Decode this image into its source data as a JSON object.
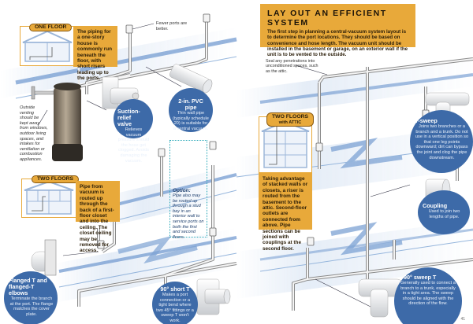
{
  "header": {
    "title": "LAY OUT AN EFFICIENT SYSTEM",
    "intro": "The first step in planning a central-vacuum system layout is to determine the port locations. They should be based on convenience and hose length. The vacuum unit should be installed in the basement or garage, on an exterior wall if the unit is to be vented to the outside."
  },
  "layouts": [
    {
      "label": "ONE FLOOR",
      "text": "The piping for a one-story house is commonly run beneath the floor, with short risers leading up to the ports."
    },
    {
      "label": "TWO FLOORS",
      "text": "Pipe from vacuum is routed up through the back of a first-floor closet and into the ceiling. The closet ceiling may be removed for access."
    },
    {
      "label": "TWO FLOORS",
      "sublabel": "with ATTIC",
      "text": "Taking advantage of stacked walls or closets, a riser is routed from the basement to the attic. Second-floor outlets are connected from above. Pipe sections can be joined with couplings at the second floor."
    }
  ],
  "fittings": [
    {
      "name": "Suction-relief valve",
      "text": "Relieves vacuum pressure should the hose get clogged. Avoids damaging the vacuum."
    },
    {
      "name": "2-in. PVC pipe",
      "text": "Thin wall pipe (typically schedule 20) is suitable for a central vacuum."
    },
    {
      "name": "Flanged T and flanged-T elbows",
      "text": "Terminate the branch at the port. The flange matches the cover plate."
    },
    {
      "name": "90° short T",
      "text": "Makes a port connection or a tight bend where two 45° fittings or a sweep T won't work."
    },
    {
      "name": "Y-sweep",
      "text": "Joins two branches or a branch and a trunk. Do not use in a vertical position so that one leg points downward; dirt can bypass the joint and clog the pipe downstream."
    },
    {
      "name": "Coupling",
      "text": "Used to join two lengths of pipe."
    },
    {
      "name": "90° sweep T",
      "text": "Generally used to connect a branch to a trunk, especially in a tight area. The sweep should be aligned with the direction of the flow."
    }
  ],
  "notes": {
    "fewer_ports": "Fewer ports are better.",
    "venting": "Outside venting should be kept away from windows, outdoor living spaces, and intakes for ventilation or combustion appliances.",
    "seal": "Seal any penetrations into unconditioned spaces, such as the attic."
  },
  "option": {
    "title": "Option:",
    "text": "Pipe also may be routed up through a stud bay in an interior wall to service ports on both the first and second floors."
  },
  "page_number": "41",
  "colors": {
    "gold": "#e8a93a",
    "blue_circle": "#3d6aa8",
    "floor_blue": "#6f98cf",
    "pipe": "#f2f2f2"
  }
}
